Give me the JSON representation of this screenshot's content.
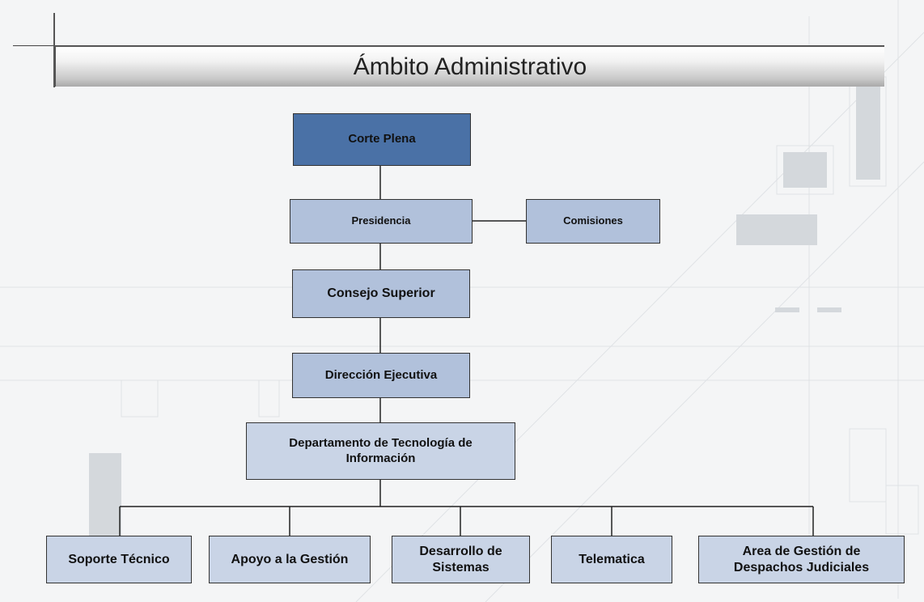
{
  "title": "Ámbito Administrativo",
  "nodes": {
    "corte_plena": "Corte Plena",
    "presidencia": "Presidencia",
    "comisiones": "Comisiones",
    "consejo_superior": "Consejo Superior",
    "direccion_ejecutiva": "Dirección Ejecutiva",
    "departamento_ti": "Departamento de Tecnología de Información",
    "soporte_tecnico": "Soporte Técnico",
    "apoyo_gestion": "Apoyo a la Gestión",
    "desarrollo_sistemas": "Desarrollo de Sistemas",
    "telematica": "Telematica",
    "area_gestion_despachos": "Area de Gestión de Despachos Judiciales"
  },
  "colors": {
    "top_node": "#4a71a6",
    "mid_node": "#b1c1db",
    "leaf_node": "#c9d4e6",
    "connector": "#222222"
  }
}
